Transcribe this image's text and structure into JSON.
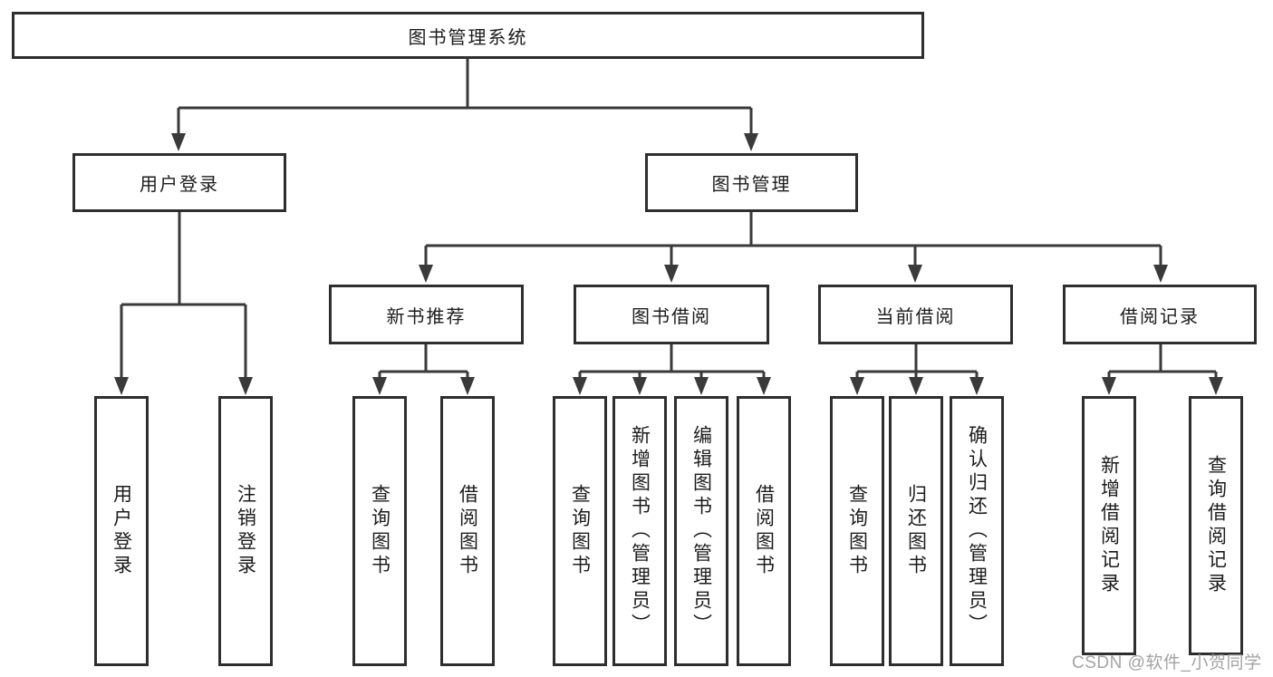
{
  "tree": {
    "root": {
      "label": "图书管理系统",
      "children": [
        {
          "label": "用户登录",
          "children": [
            {
              "label": "用户登录"
            },
            {
              "label": "注销登录"
            }
          ]
        },
        {
          "label": "图书管理",
          "children": [
            {
              "label": "新书推荐",
              "children": [
                {
                  "label": "查询图书"
                },
                {
                  "label": "借阅图书"
                }
              ]
            },
            {
              "label": "图书借阅",
              "children": [
                {
                  "label": "查询图书"
                },
                {
                  "label": "新增图书（管理员）"
                },
                {
                  "label": "编辑图书（管理员）"
                },
                {
                  "label": "借阅图书"
                }
              ]
            },
            {
              "label": "当前借阅",
              "children": [
                {
                  "label": "查询图书"
                },
                {
                  "label": "归还图书"
                },
                {
                  "label": "确认归还（管理员）"
                }
              ]
            },
            {
              "label": "借阅记录",
              "children": [
                {
                  "label": "新增借阅记录"
                },
                {
                  "label": "查询借阅记录"
                }
              ]
            }
          ]
        }
      ]
    }
  },
  "watermark": {
    "text": "CSDN @软件_小贺同学"
  },
  "colors": {
    "line": "#3a3a3a",
    "box_border": "#2e2e2e",
    "text": "#1c1c1c",
    "background": "#ffffff",
    "watermark_gray": "#969696"
  }
}
